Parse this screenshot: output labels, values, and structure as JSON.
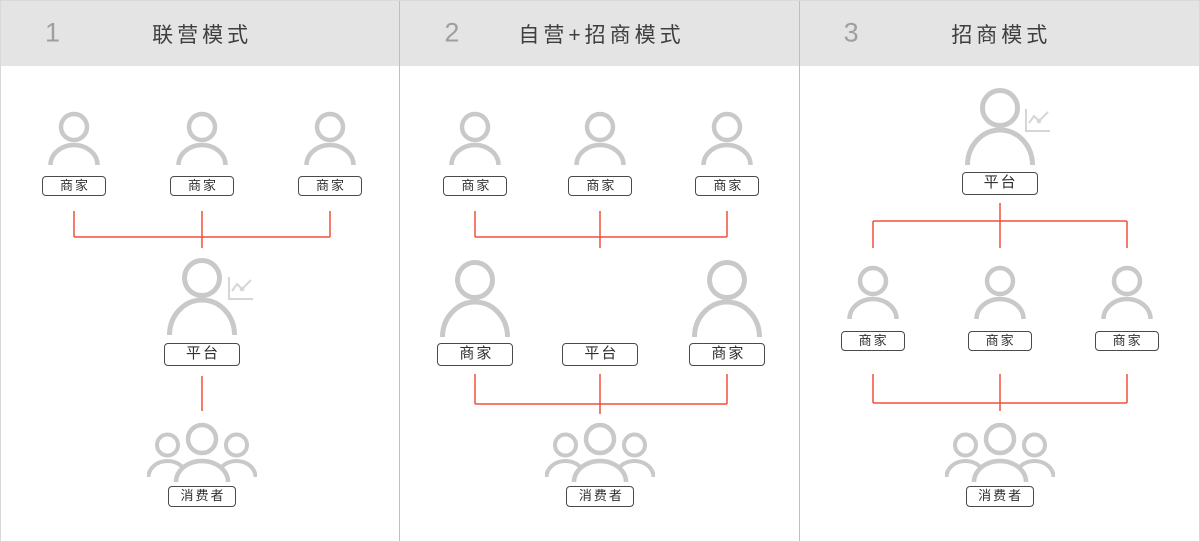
{
  "colors": {
    "header_bg": "#e4e4e4",
    "panel_divider": "#bfbfbf",
    "canvas_border": "#d9d9d9",
    "number": "#9f9f9f",
    "title": "#3e3e3e",
    "person": "#c9c9c9",
    "chart_icon": "#d6d6d6",
    "connector": "#f0503a",
    "label_border": "#4a4a4a",
    "label_text": "#303030"
  },
  "panels": [
    {
      "number": "1",
      "title": "联营模式",
      "top_labels": [
        "商家",
        "商家",
        "商家"
      ],
      "mid_label": "平台",
      "bottom_label": "消费者"
    },
    {
      "number": "2",
      "title": "自营+招商模式",
      "top_labels": [
        "商家",
        "商家",
        "商家"
      ],
      "mid_labels": [
        "商家",
        "平台",
        "商家"
      ],
      "bottom_label": "消费者"
    },
    {
      "number": "3",
      "title": "招商模式",
      "top_label": "平台",
      "mid_labels": [
        "商家",
        "商家",
        "商家"
      ],
      "bottom_label": "消费者"
    }
  ]
}
